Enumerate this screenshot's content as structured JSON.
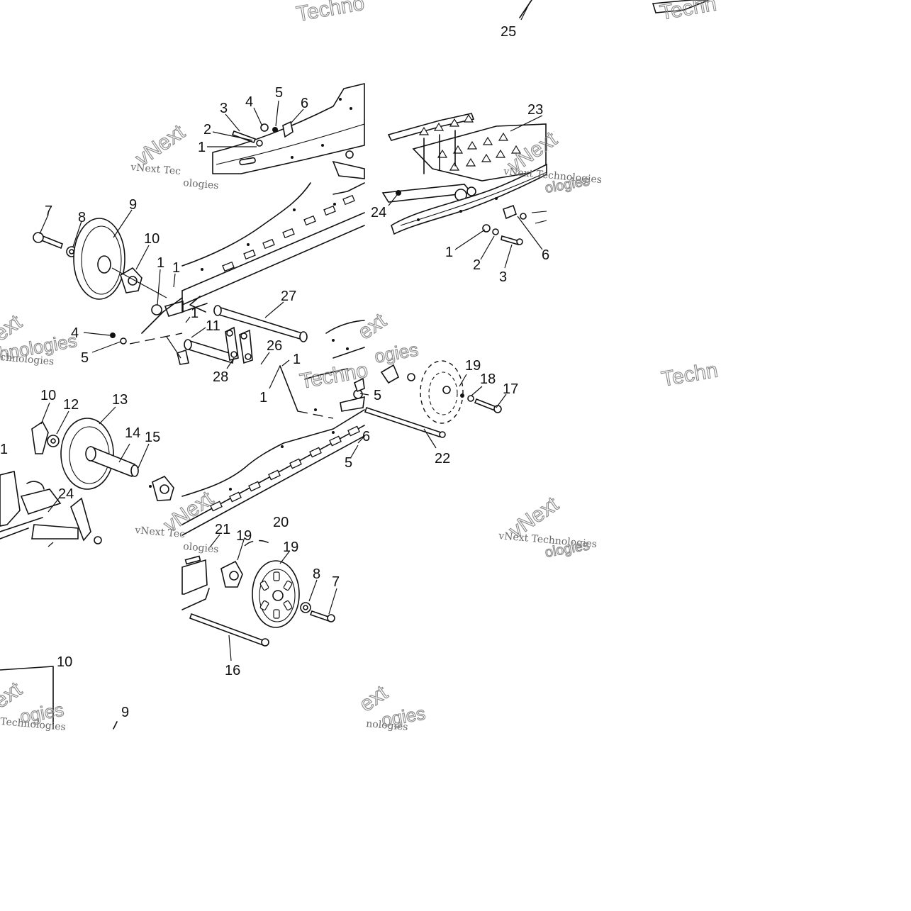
{
  "diagram": {
    "watermarks": {
      "brand_outline": "Techno",
      "brand_outline_right": "Techn",
      "vnext_text": "vNext Tec",
      "vnext_full": "vNext Technologies",
      "technologies": "Technologies",
      "ologies": "nologies",
      "vnext_outline": "vNext",
      "ext_outline": "ext",
      "hnologies": "chnologies",
      "hnologies_outline": "hnologies",
      "ogies_outline": "ogies",
      "ological": "ologies"
    },
    "callouts": {
      "n25": "25",
      "n23": "23",
      "n24a": "24",
      "n1a": "1",
      "n2a": "2",
      "n3a": "3",
      "n6a": "6",
      "n3b": "3",
      "n4b": "4",
      "n5b": "5",
      "n6b": "6",
      "n2b": "2",
      "n1b": "1",
      "n7a": "7",
      "n8a": "8",
      "n9a": "9",
      "n10a": "10",
      "n1c": "1",
      "n1d": "1",
      "n1e": "1",
      "n27": "27",
      "n11": "11",
      "n4c": "4",
      "n5c": "5",
      "n26": "26",
      "n28": "28",
      "n1f": "1",
      "n1g": "1",
      "n5d": "5",
      "n19a": "19",
      "n18": "18",
      "n17": "17",
      "n22": "22",
      "n6c": "6",
      "n5e": "5",
      "n10b": "10",
      "n12": "12",
      "n13": "13",
      "n14": "14",
      "n15": "15",
      "n1h": "1",
      "n24b": "24",
      "n21": "21",
      "n19b": "19",
      "n20": "20",
      "n19c": "19",
      "n8b": "8",
      "n7b": "7",
      "n16": "16",
      "n10c": "10",
      "n9b": "9"
    }
  }
}
